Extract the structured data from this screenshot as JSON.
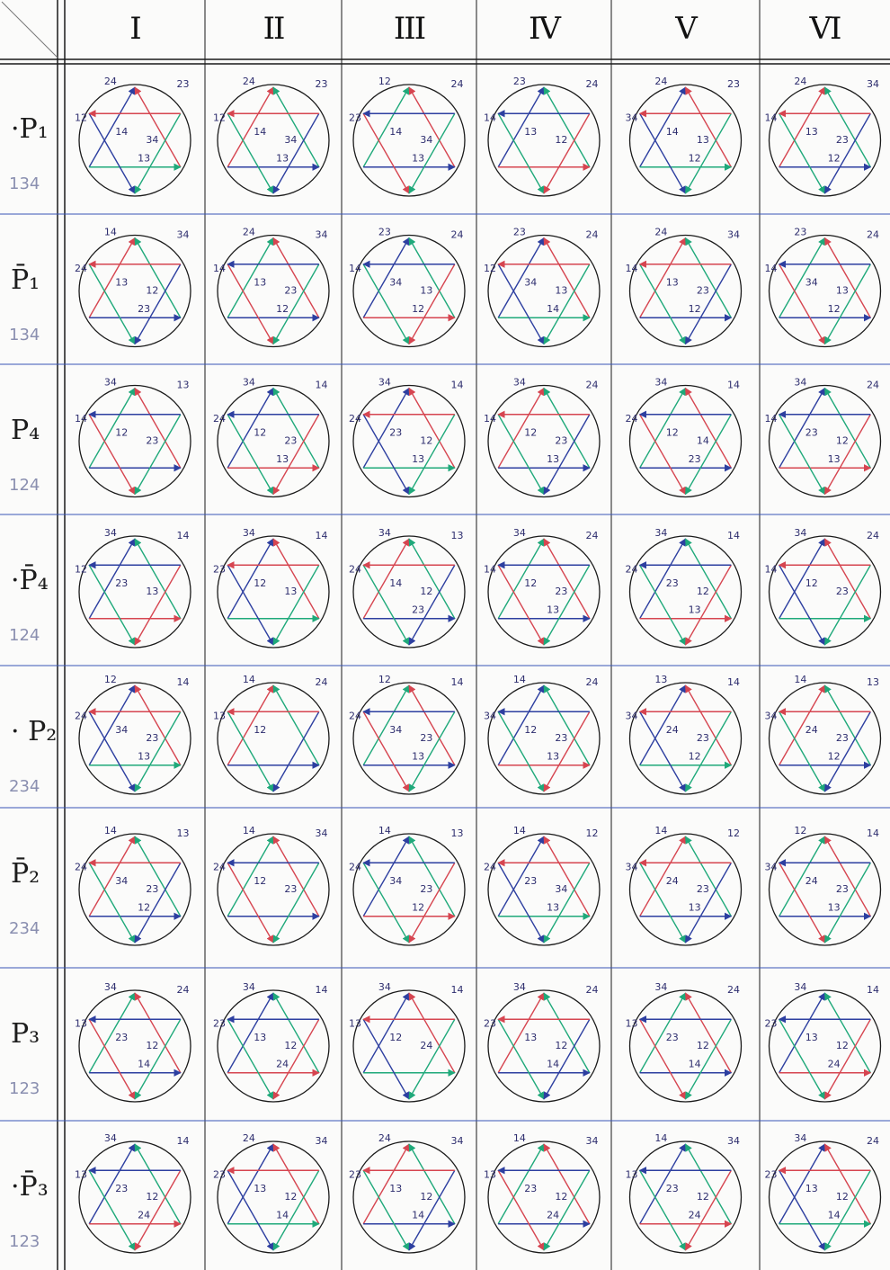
{
  "columns": [
    "I",
    "II",
    "III",
    "IV",
    "V",
    "VI"
  ],
  "rows": [
    {
      "name": "·P₁",
      "sub": "134"
    },
    {
      "name": "P̄₁",
      "sub": "134"
    },
    {
      "name": "P₄",
      "sub": "124"
    },
    {
      "name": "·P̄₄",
      "sub": "124"
    },
    {
      "name": "· P₂",
      "sub": "234"
    },
    {
      "name": "P̄₂",
      "sub": "234"
    },
    {
      "name": "P₃",
      "sub": "123"
    },
    {
      "name": "·P̄₃",
      "sub": "123"
    }
  ],
  "cell_labels": {
    "r0": [
      [
        "24",
        "23",
        "12",
        "14",
        "34",
        "13"
      ],
      [
        "24",
        "23",
        "12",
        "14",
        "34",
        "13"
      ],
      [
        "12",
        "24",
        "23",
        "14",
        "34",
        "13"
      ],
      [
        "23",
        "24",
        "14",
        "13",
        "12"
      ],
      [
        "24",
        "23",
        "34",
        "14",
        "13",
        "12"
      ],
      [
        "24",
        "34",
        "14",
        "13",
        "23",
        "12"
      ]
    ],
    "r1": [
      [
        "14",
        "34",
        "24",
        "13",
        "12",
        "23"
      ],
      [
        "24",
        "34",
        "14",
        "13",
        "23",
        "12"
      ],
      [
        "23",
        "24",
        "14",
        "34",
        "13",
        "12"
      ],
      [
        "23",
        "24",
        "12",
        "34",
        "13",
        "14"
      ],
      [
        "24",
        "34",
        "14",
        "13",
        "23",
        "12"
      ],
      [
        "23",
        "24",
        "14",
        "34",
        "13",
        "12"
      ]
    ],
    "r2": [
      [
        "34",
        "13",
        "14",
        "12",
        "23"
      ],
      [
        "34",
        "14",
        "24",
        "12",
        "23",
        "13"
      ],
      [
        "34",
        "14",
        "24",
        "23",
        "12",
        "13"
      ],
      [
        "34",
        "24",
        "14",
        "12",
        "23",
        "13"
      ],
      [
        "34",
        "14",
        "24",
        "12",
        "14",
        "23"
      ],
      [
        "34",
        "24",
        "14",
        "23",
        "12",
        "13"
      ]
    ],
    "r3": [
      [
        "34",
        "14",
        "12",
        "23",
        "13"
      ],
      [
        "34",
        "14",
        "23",
        "12",
        "13"
      ],
      [
        "34",
        "13",
        "24",
        "14",
        "12",
        "23"
      ],
      [
        "34",
        "24",
        "14",
        "12",
        "23",
        "13"
      ],
      [
        "34",
        "14",
        "24",
        "23",
        "12",
        "13"
      ],
      [
        "34",
        "24",
        "14",
        "12",
        "23"
      ]
    ],
    "r4": [
      [
        "12",
        "14",
        "24",
        "34",
        "23",
        "13"
      ],
      [
        "14",
        "24",
        "13",
        "12"
      ],
      [
        "12",
        "14",
        "24",
        "34",
        "23",
        "13"
      ],
      [
        "14",
        "24",
        "34",
        "12",
        "23",
        "13"
      ],
      [
        "13",
        "14",
        "34",
        "24",
        "23",
        "12"
      ],
      [
        "14",
        "13",
        "34",
        "24",
        "23",
        "12"
      ]
    ],
    "r5": [
      [
        "14",
        "13",
        "24",
        "34",
        "23",
        "12"
      ],
      [
        "14",
        "34",
        "24",
        "12",
        "23"
      ],
      [
        "14",
        "13",
        "24",
        "34",
        "23",
        "12"
      ],
      [
        "14",
        "12",
        "24",
        "23",
        "34",
        "13"
      ],
      [
        "14",
        "12",
        "34",
        "24",
        "23",
        "13"
      ],
      [
        "12",
        "14",
        "34",
        "24",
        "23",
        "13"
      ]
    ],
    "r6": [
      [
        "34",
        "24",
        "13",
        "23",
        "12",
        "14"
      ],
      [
        "34",
        "14",
        "23",
        "13",
        "12",
        "24"
      ],
      [
        "34",
        "14",
        "13",
        "12",
        "24"
      ],
      [
        "34",
        "24",
        "23",
        "13",
        "12",
        "14"
      ],
      [
        "34",
        "24",
        "13",
        "23",
        "12",
        "14"
      ],
      [
        "34",
        "14",
        "23",
        "13",
        "12",
        "24"
      ]
    ],
    "r7": [
      [
        "34",
        "14",
        "13",
        "23",
        "12",
        "24"
      ],
      [
        "24",
        "34",
        "23",
        "13",
        "12",
        "14"
      ],
      [
        "24",
        "34",
        "23",
        "13",
        "12",
        "14"
      ],
      [
        "14",
        "34",
        "13",
        "23",
        "12",
        "24"
      ],
      [
        "14",
        "34",
        "13",
        "23",
        "12",
        "24"
      ],
      [
        "34",
        "24",
        "23",
        "13",
        "12",
        "14"
      ]
    ]
  },
  "colors": {
    "red": "#d64550",
    "green": "#1fa97a",
    "blue": "#2d3fa0",
    "ink": "#1a1a1a",
    "rule": "#3a55b5"
  }
}
